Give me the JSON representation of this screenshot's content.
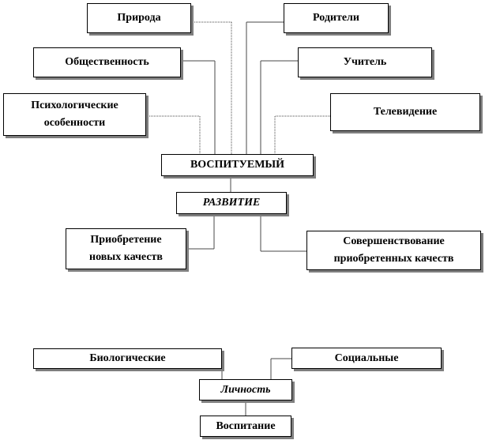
{
  "colors": {
    "line": "#4a4a4a",
    "box_border": "#000000",
    "shadow": "#7f7f7f",
    "background": "#ffffff"
  },
  "top_diagram": {
    "influences_left": [
      "Природа",
      "Общественность",
      "Психологические\nособенности"
    ],
    "influences_right": [
      "Родители",
      "Учитель",
      "Телевидение"
    ],
    "center": "ВОСПИТУЕМЫЙ",
    "process": "РАЗВИТИЕ",
    "outcomes": [
      "Приобретение\nновых качеств",
      "Совершенствование\nприобретенных качеств"
    ]
  },
  "bottom_diagram": {
    "factors": [
      "Биологические",
      "Социальные"
    ],
    "center": "Личность",
    "result": "Воспитание"
  }
}
